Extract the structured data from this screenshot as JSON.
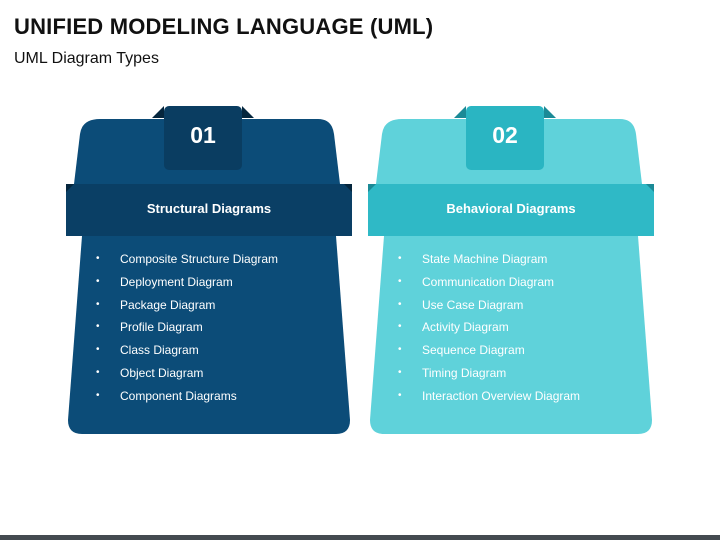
{
  "header": {
    "title": "UNIFIED MODELING LANGUAGE (UML)",
    "subtitle": "UML Diagram Types"
  },
  "colors": {
    "dark_body": "#0c4c78",
    "dark_band": "#0a3f65",
    "dark_fold": "#05263d",
    "dark_tab": "#0a3d61",
    "light_body": "#5fd2da",
    "light_band": "#2fb9c6",
    "light_fold": "#1b8a96",
    "light_tab": "#2ab5c2",
    "text": "#ffffff",
    "footer_bar": "#444a50"
  },
  "cards": [
    {
      "number": "01",
      "heading": "Structural Diagrams",
      "items": [
        "Composite Structure Diagram",
        "Deployment Diagram",
        "Package Diagram",
        "Profile Diagram",
        "Class Diagram",
        "Object Diagram",
        "Component Diagrams"
      ]
    },
    {
      "number": "02",
      "heading": "Behavioral Diagrams",
      "items": [
        "State Machine Diagram",
        "Communication Diagram",
        "Use Case Diagram",
        "Activity Diagram",
        "Sequence Diagram",
        "Timing Diagram",
        "Interaction Overview Diagram"
      ]
    }
  ],
  "bullet_glyph": "•"
}
